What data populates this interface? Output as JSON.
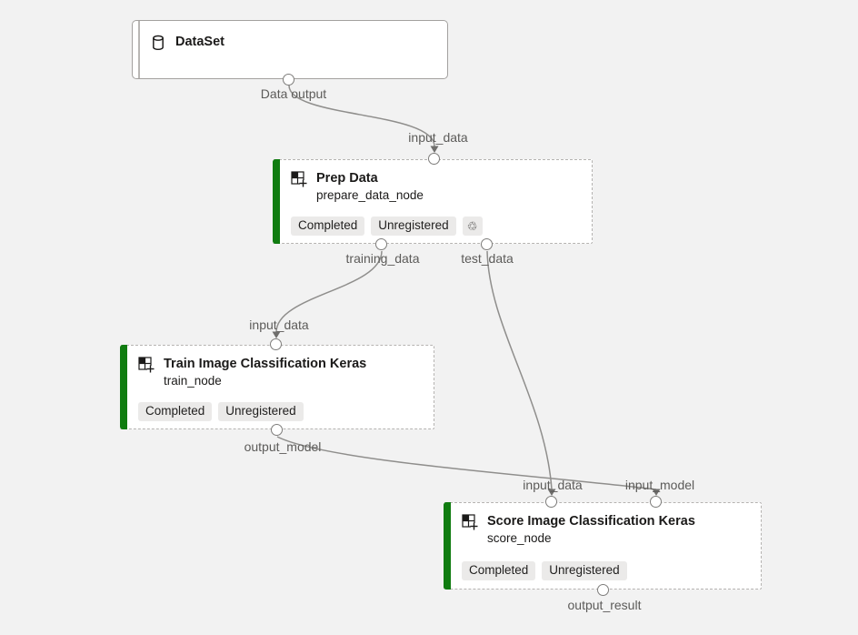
{
  "colors": {
    "background": "#f2f2f2",
    "node_background": "#ffffff",
    "completed_green": "#107c10",
    "edge_gray": "#8f8e8c",
    "badge_background": "#ebeae9"
  },
  "nodes": {
    "dataset": {
      "title": "DataSet"
    },
    "prep": {
      "title": "Prep Data",
      "subtitle": "prepare_data_node",
      "badges": {
        "status": "Completed",
        "registration": "Unregistered"
      },
      "reuse_glyph": "♲"
    },
    "train": {
      "title": "Train Image Classification Keras",
      "subtitle": "train_node",
      "badges": {
        "status": "Completed",
        "registration": "Unregistered"
      }
    },
    "score": {
      "title": "Score Image Classification Keras",
      "subtitle": "score_node",
      "badges": {
        "status": "Completed",
        "registration": "Unregistered"
      }
    }
  },
  "port_labels": {
    "dataset_output": "Data output",
    "prep_input": "input_data",
    "prep_output_training": "training_data",
    "prep_output_test": "test_data",
    "train_input": "input_data",
    "train_output": "output_model",
    "score_input_data": "input_data",
    "score_input_model": "input_model",
    "score_output": "output_result"
  }
}
